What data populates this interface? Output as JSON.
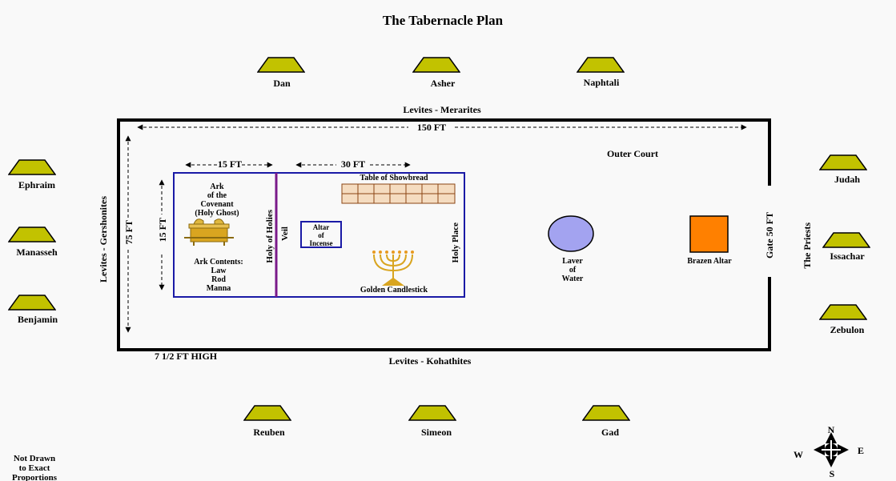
{
  "title": "The Tabernacle Plan",
  "tribes": {
    "north": [
      "Dan",
      "Asher",
      "Naphtali"
    ],
    "west": [
      "Ephraim",
      "Manasseh",
      "Benjamin"
    ],
    "east": [
      "Judah",
      "Issachar",
      "Zebulon"
    ],
    "south": [
      "Reuben",
      "Simeon",
      "Gad"
    ]
  },
  "levites": {
    "north": "Levites - Merarites",
    "west": "Levites - Gershonites",
    "south": "Levites - Kohathites",
    "east": "The Priests"
  },
  "dimensions": {
    "length": "150 FT",
    "width": "75 FT",
    "holies_length": "15 FT",
    "holies_width": "15 FT",
    "holy_place_length": "30 FT",
    "height": "7 1/2 FT HIGH",
    "gate": "Gate 50 FT"
  },
  "areas": {
    "outer_court": "Outer Court",
    "holy_of_holies": "Holy of Holies",
    "veil": "Veil",
    "holy_place": "Holy Place"
  },
  "furniture": {
    "ark_lines": [
      "Ark",
      "of the",
      "Covenant",
      "(Holy Ghost)"
    ],
    "ark_contents": [
      "Ark Contents:",
      "Law",
      "Rod",
      "Manna"
    ],
    "showbread": "Table of Showbread",
    "incense_lines": [
      "Altar",
      "of",
      "Incense"
    ],
    "candlestick": "Golden Candlestick",
    "laver_lines": [
      "Laver",
      "of",
      "Water"
    ],
    "brazen_altar": "Brazen Altar"
  },
  "note_lines": [
    "Not Drawn",
    "to Exact",
    "Proportions"
  ],
  "compass": {
    "n": "N",
    "s": "S",
    "e": "E",
    "w": "W"
  },
  "colors": {
    "tribe_fill": "#c2c200",
    "inner_border": "#1a1aa6",
    "veil": "#7a1a8a",
    "laver": "#a3a3f0",
    "altar": "#ff8000",
    "showbread_fill": "#f5dcc0",
    "showbread_line": "#8b4513",
    "gold": "#d9a520"
  }
}
